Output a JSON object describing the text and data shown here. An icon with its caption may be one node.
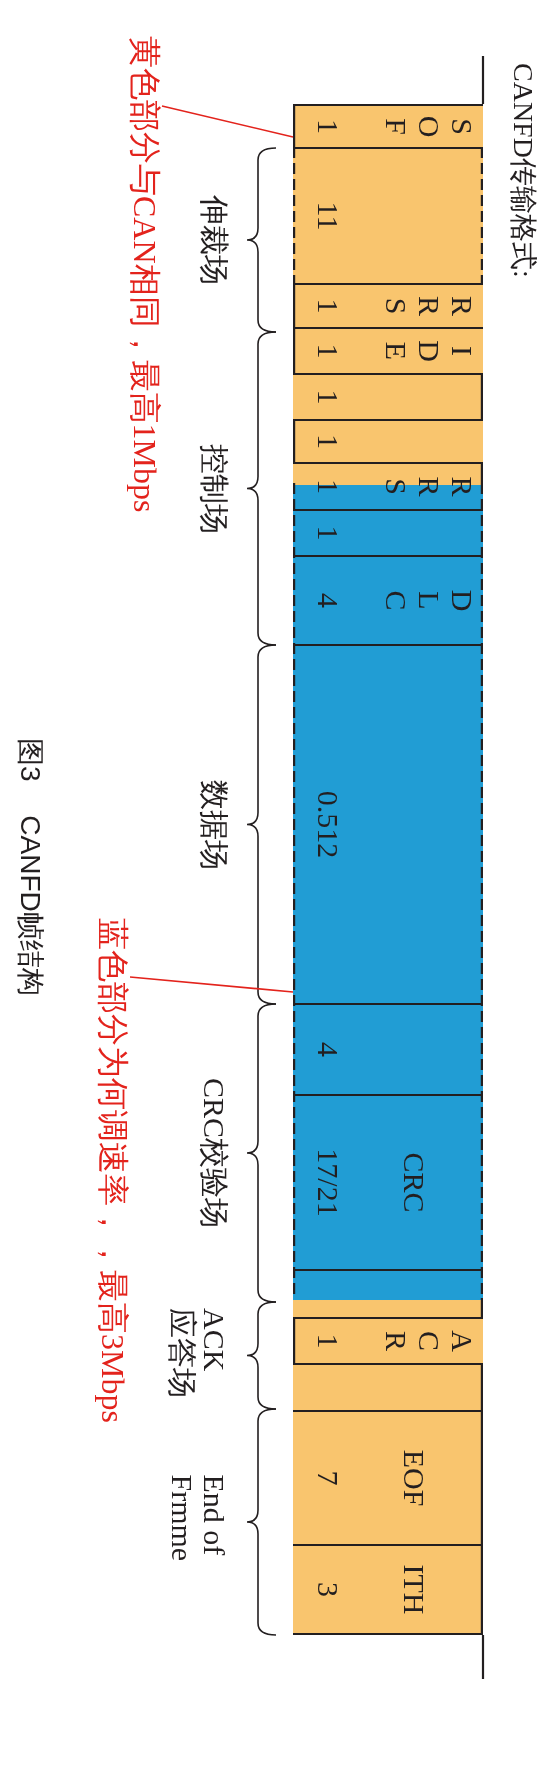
{
  "diagram": {
    "title": "CANFD传输格式:",
    "caption": "图3 CANFD帧结构",
    "nodes": [
      {
        "text": [
          "SOF",
          "1"
        ]
      },
      {
        "text": [
          "11"
        ]
      },
      {
        "text": [
          "RRS",
          "1"
        ]
      },
      {
        "text": [
          "IDE",
          "1"
        ]
      },
      {
        "text": [
          "1"
        ]
      },
      {
        "text": [
          "1"
        ]
      },
      {
        "text": [
          "RRS",
          "1"
        ]
      },
      {
        "text": [
          "1"
        ]
      },
      {
        "text": [
          "DLC",
          "4"
        ]
      },
      {
        "text": [
          "0.512"
        ]
      },
      {
        "text": [
          "4"
        ]
      },
      {
        "text": [
          "CRC",
          "17/21"
        ]
      },
      {
        "text": [],
        "shape": "box"
      },
      {
        "text": [
          "ACR",
          "1"
        ]
      },
      {
        "text": [],
        "shape": "box"
      },
      {
        "text": [
          "EOF",
          "7"
        ]
      },
      {
        "text": [
          "ITH",
          "3"
        ]
      },
      {
        "text": [
          "黄色部分与CAN相同，最高1Mbps"
        ]
      },
      {
        "text": [
          "蓝色部分为何调速率，，最高3Mbps"
        ]
      }
    ],
    "edges": [
      {
        "from": 17,
        "to": 0,
        "arrow": "none"
      },
      {
        "from": 18,
        "to": 9,
        "arrow": "none"
      }
    ],
    "labels": [
      "伸裁场",
      "控制场",
      "数据场",
      "CRC校验场",
      "ACK 应答场",
      "End of Frmme"
    ]
  }
}
